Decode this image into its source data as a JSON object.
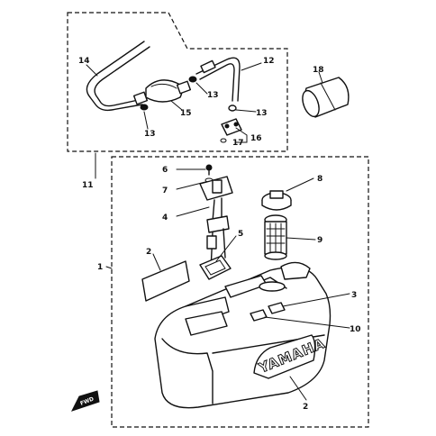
{
  "diagram": {
    "brand_logo": "YAMAHA",
    "fwd_label": "FWD",
    "callouts": [
      {
        "part": "hose-upper-left",
        "number": "14"
      },
      {
        "part": "hose-upper-right",
        "number": "12"
      },
      {
        "part": "cap-left",
        "number": "13"
      },
      {
        "part": "cap-middle",
        "number": "13"
      },
      {
        "part": "cap-right",
        "number": "13"
      },
      {
        "part": "primer-bulb",
        "number": "15"
      },
      {
        "part": "connector",
        "number": "16"
      },
      {
        "part": "o-ring",
        "number": "17"
      },
      {
        "part": "hose-assembly-group",
        "number": "11"
      },
      {
        "part": "cover-sleeve",
        "number": "18"
      },
      {
        "part": "screw",
        "number": "6"
      },
      {
        "part": "washer",
        "number": "7"
      },
      {
        "part": "fuel-gauge-unit",
        "number": "4"
      },
      {
        "part": "gasket",
        "number": "5"
      },
      {
        "part": "filler-cap",
        "number": "8"
      },
      {
        "part": "strainer",
        "number": "9"
      },
      {
        "part": "decal-left",
        "number": "2"
      },
      {
        "part": "decal-front",
        "number": "2"
      },
      {
        "part": "label-small",
        "number": "3"
      },
      {
        "part": "label-small-2",
        "number": "10"
      },
      {
        "part": "fuel-tank",
        "number": "1"
      }
    ]
  }
}
